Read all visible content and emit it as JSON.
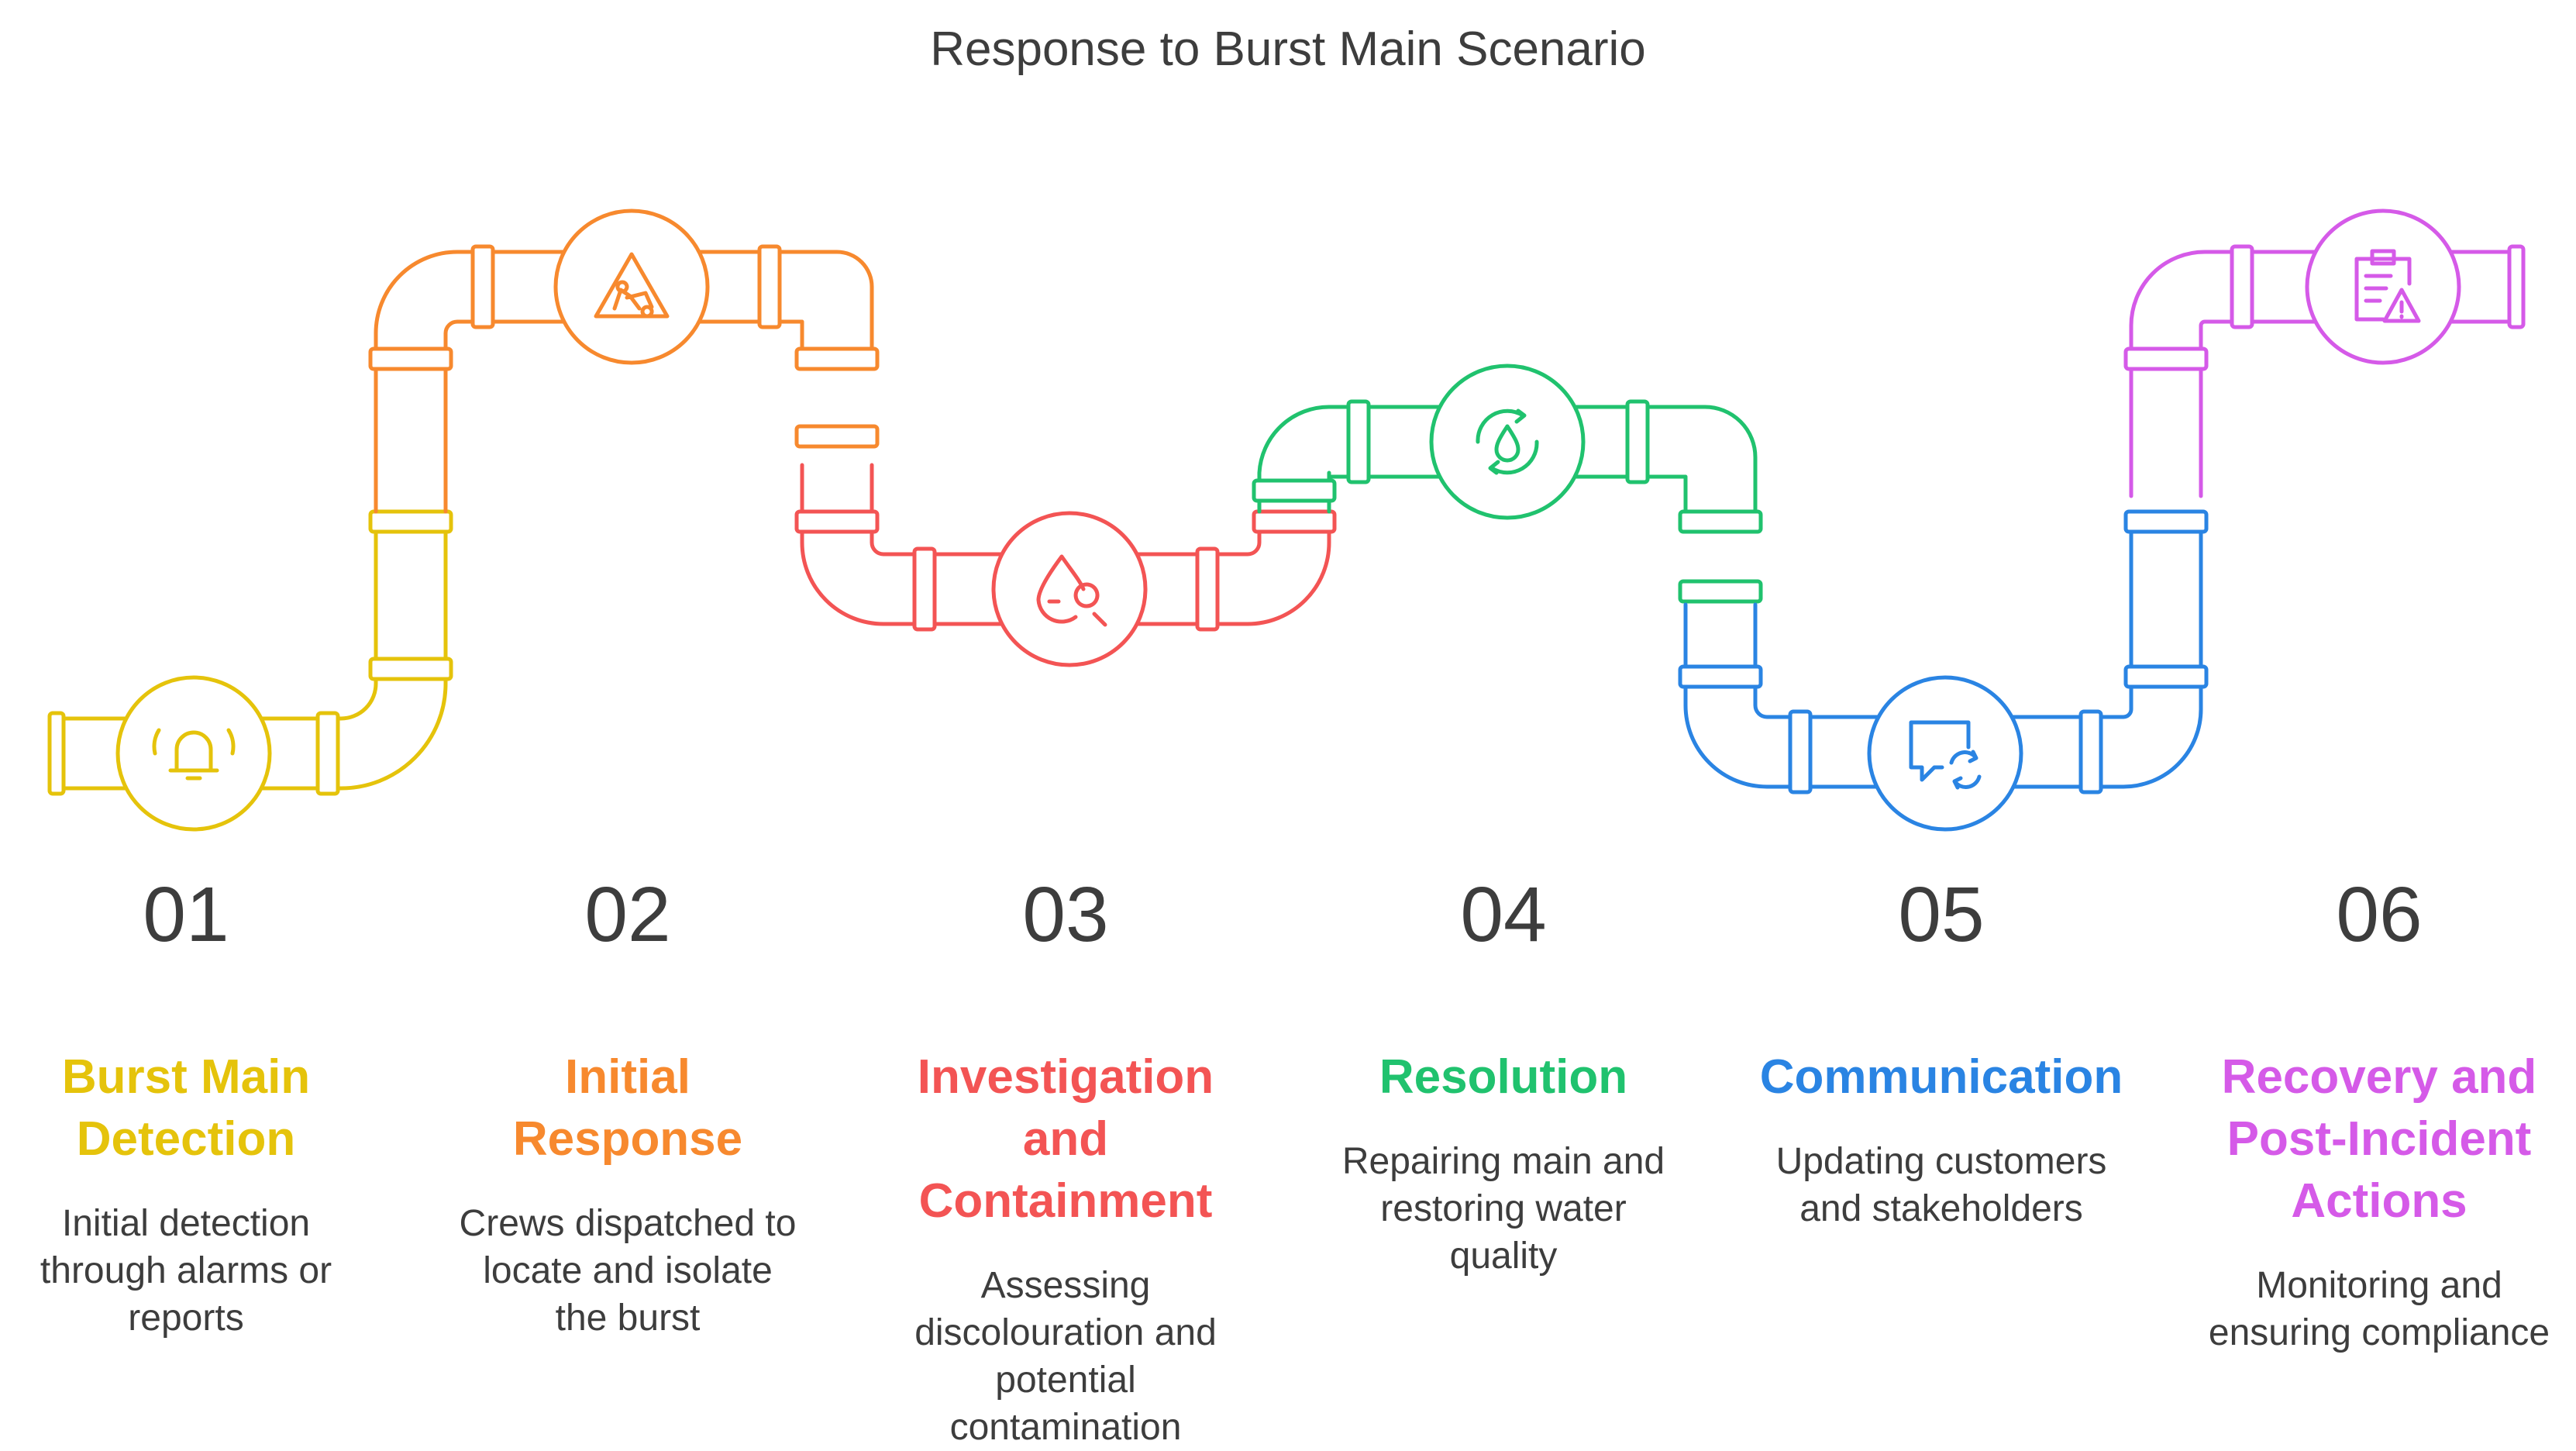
{
  "title": "Response to Burst Main Scenario",
  "colors": {
    "step1": "#E5C30B",
    "step2": "#F7892E",
    "step3": "#F35454",
    "step4": "#20C26E",
    "step5": "#2A84E3",
    "step6": "#D55AE8",
    "text": "#3d3d3d"
  },
  "steps": [
    {
      "number": "01",
      "heading": "Burst Main Detection",
      "heading_lines": [
        "Burst Main",
        "Detection"
      ],
      "description_lines": [
        "Initial detection",
        "through alarms or",
        "reports"
      ],
      "icon": "bell-alarm-icon",
      "color": "#E5C30B"
    },
    {
      "number": "02",
      "heading": "Initial Response",
      "heading_lines": [
        "Initial",
        "Response"
      ],
      "description_lines": [
        "Crews dispatched to",
        "locate and isolate",
        "the burst"
      ],
      "icon": "road-work-warning-icon",
      "color": "#F7892E"
    },
    {
      "number": "03",
      "heading": "Investigation and Containment",
      "heading_lines": [
        "Investigation",
        "and",
        "Containment"
      ],
      "description_lines": [
        "Assessing",
        "discolouration and",
        "potential",
        "contamination"
      ],
      "icon": "water-drop-search-icon",
      "color": "#F35454"
    },
    {
      "number": "04",
      "heading": "Resolution",
      "heading_lines": [
        "Resolution"
      ],
      "description_lines": [
        "Repairing main and",
        "restoring water",
        "quality"
      ],
      "icon": "water-cycle-icon",
      "color": "#20C26E"
    },
    {
      "number": "05",
      "heading": "Communication",
      "heading_lines": [
        "Communication"
      ],
      "description_lines": [
        "Updating customers",
        "and stakeholders"
      ],
      "icon": "chat-refresh-icon",
      "color": "#2A84E3"
    },
    {
      "number": "06",
      "heading": "Recovery and Post-Incident Actions",
      "heading_lines": [
        "Recovery and",
        "Post-Incident",
        "Actions"
      ],
      "description_lines": [
        "Monitoring and",
        "ensuring compliance"
      ],
      "icon": "clipboard-warning-icon",
      "color": "#D55AE8"
    }
  ]
}
